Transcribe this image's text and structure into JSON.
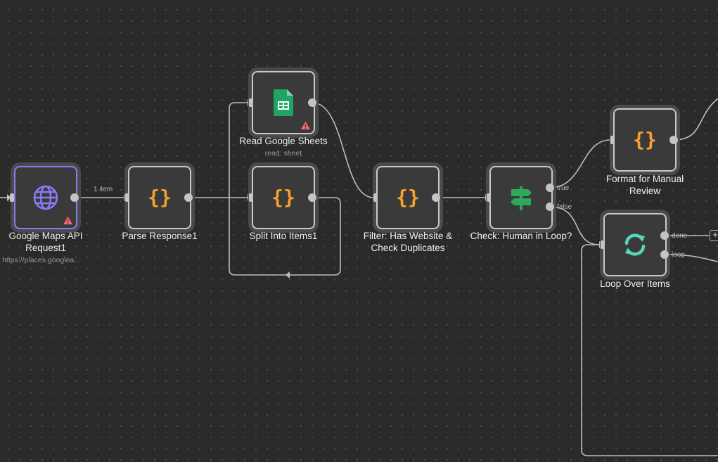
{
  "nodes": {
    "google_maps": {
      "title_line1": "Google Maps API",
      "title_line2": "Request1",
      "subtitle": "ST: https://places.googlea..."
    },
    "parse_response": {
      "title": "Parse Response1"
    },
    "read_sheets": {
      "title": "Read Google Sheets",
      "subtitle": "read: sheet"
    },
    "split_items": {
      "title": "Split Into Items1"
    },
    "filter": {
      "title_line1": "Filter: Has Website &",
      "title_line2": "Check Duplicates"
    },
    "check_human": {
      "title": "Check: Human in Loop?"
    },
    "format_review": {
      "title_line1": "Format for Manual",
      "title_line2": "Review"
    },
    "loop_items": {
      "title": "Loop Over Items"
    }
  },
  "edge_labels": {
    "items_count": "1 item",
    "true_label": "true",
    "false_label": "false",
    "done_label": "done",
    "loop_label": "loop"
  },
  "add_button": "+",
  "colors": {
    "canvas": "#2a2a2a",
    "node_bg": "#3a3a3a",
    "code_icon": "#f5a030",
    "sheets_green": "#1fa463",
    "if_green": "#2ea85a",
    "loop_teal": "#55d6b8",
    "http_purple": "#8a7cf8",
    "warning_red": "#ff6470"
  }
}
